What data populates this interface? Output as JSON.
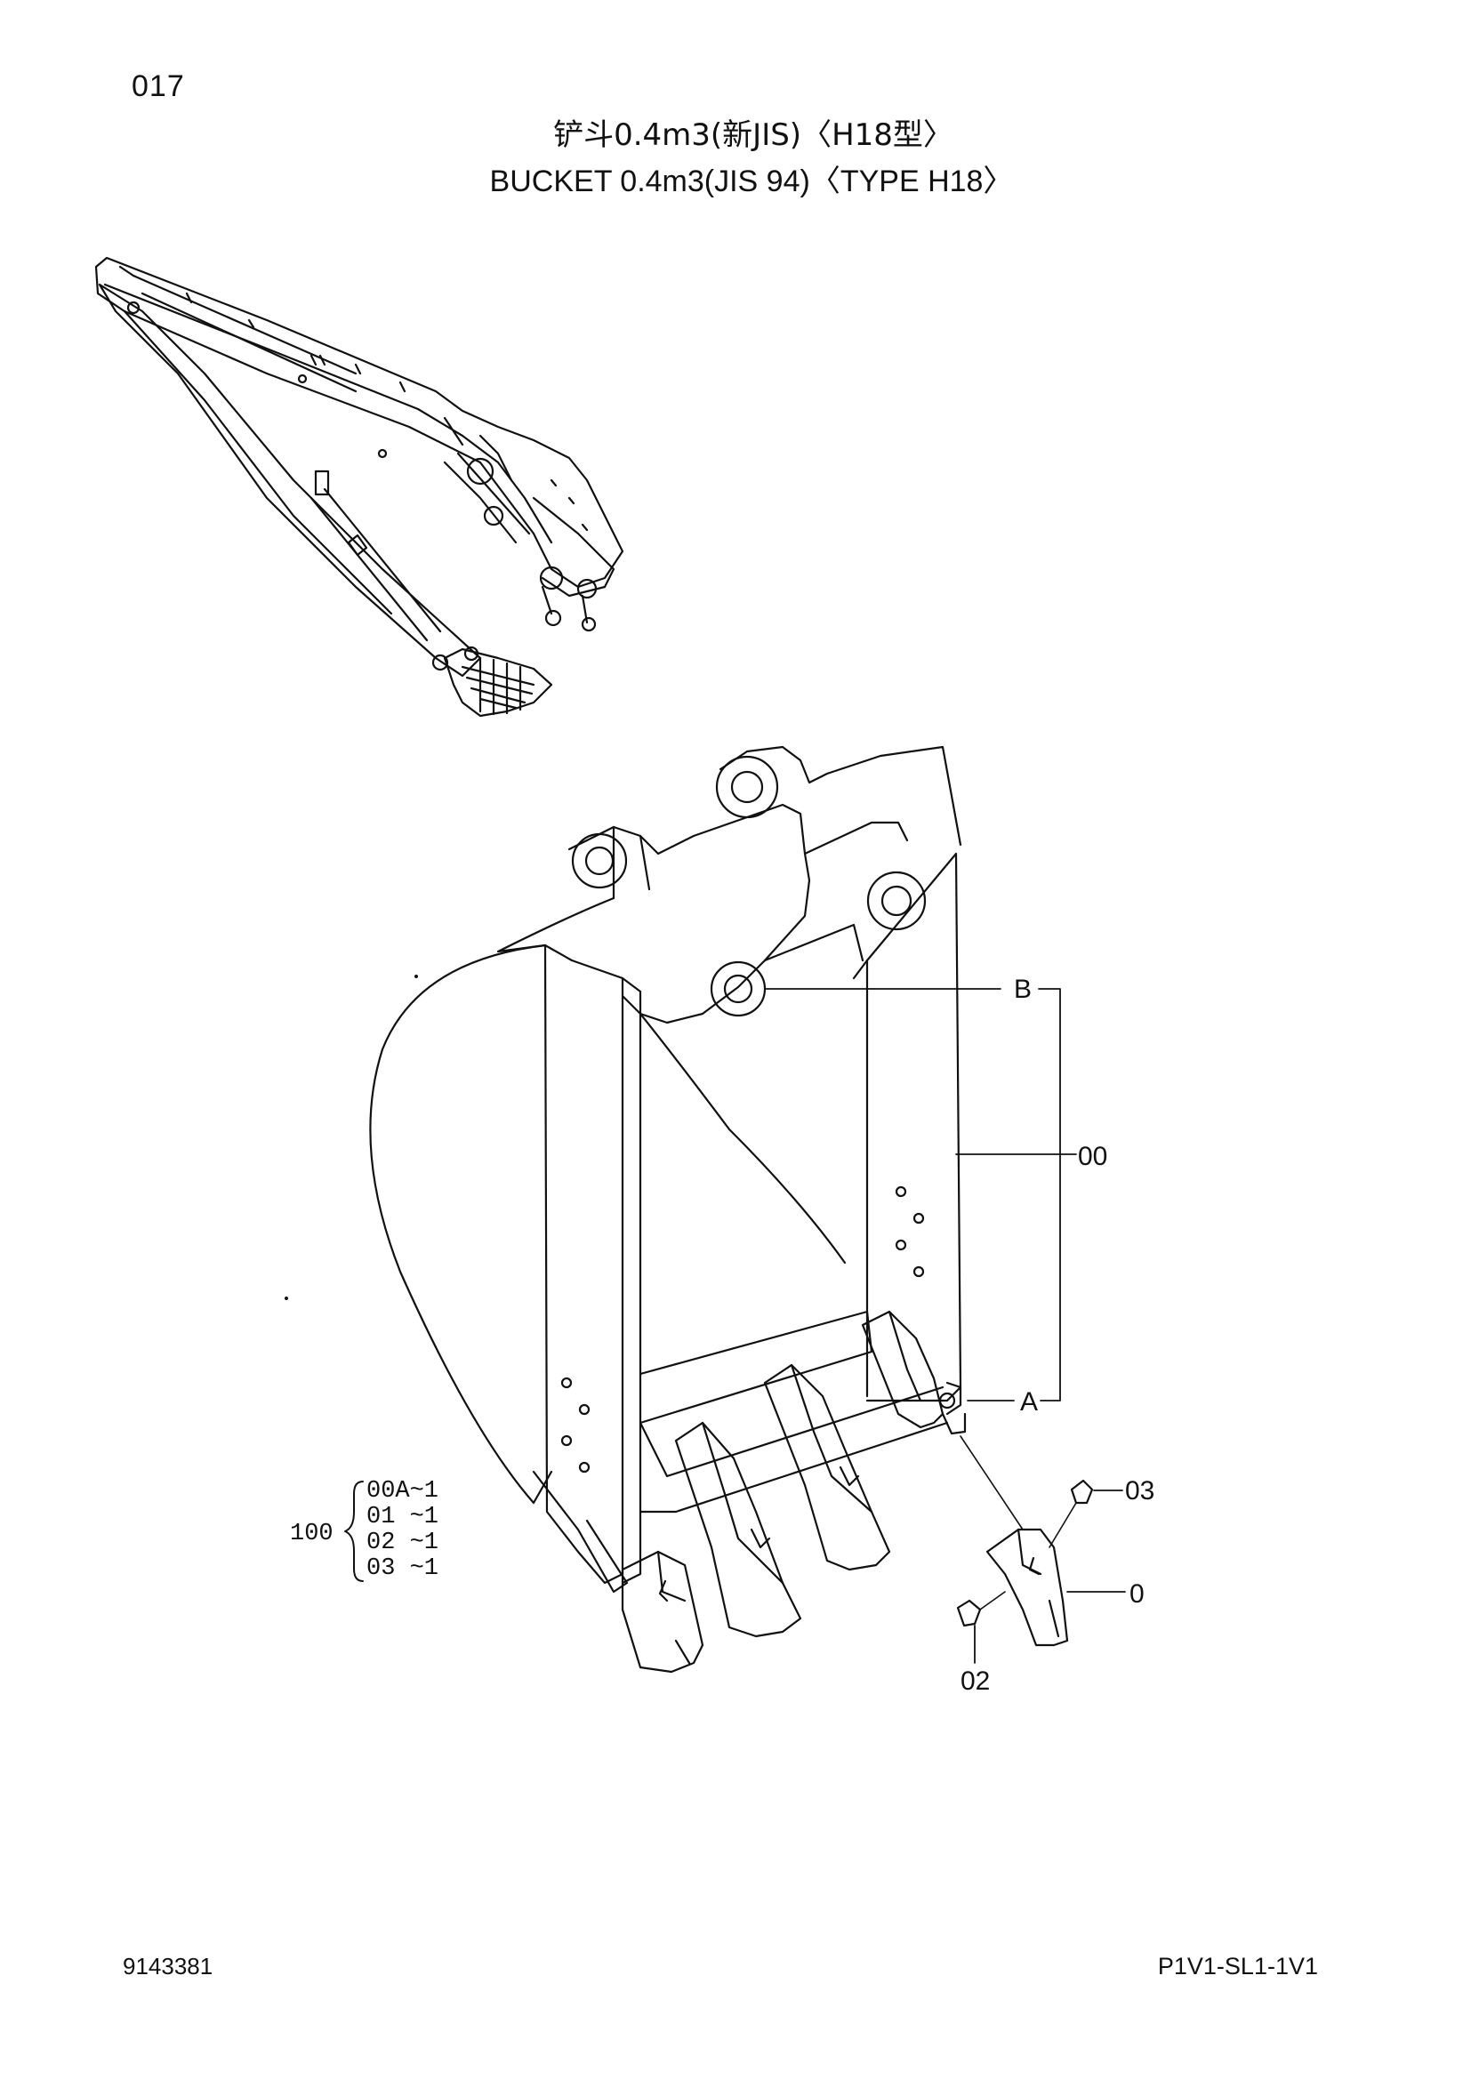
{
  "page_number": "017",
  "title": {
    "cn": "铲斗0.4m3(新JIS)〈H18型〉",
    "en": "BUCKET 0.4m3(JIS 94)〈TYPE H18〉"
  },
  "callouts": {
    "B": "B",
    "A": "A",
    "assembly": "00",
    "pin": "03",
    "tooth": "0",
    "lock": "02"
  },
  "kit": {
    "number": "100",
    "lines": [
      "00A~1",
      "01  ~1",
      "02  ~1",
      "03  ~1"
    ]
  },
  "footer": {
    "left": "9143381",
    "right": "P1V1-SL1-1V1"
  }
}
